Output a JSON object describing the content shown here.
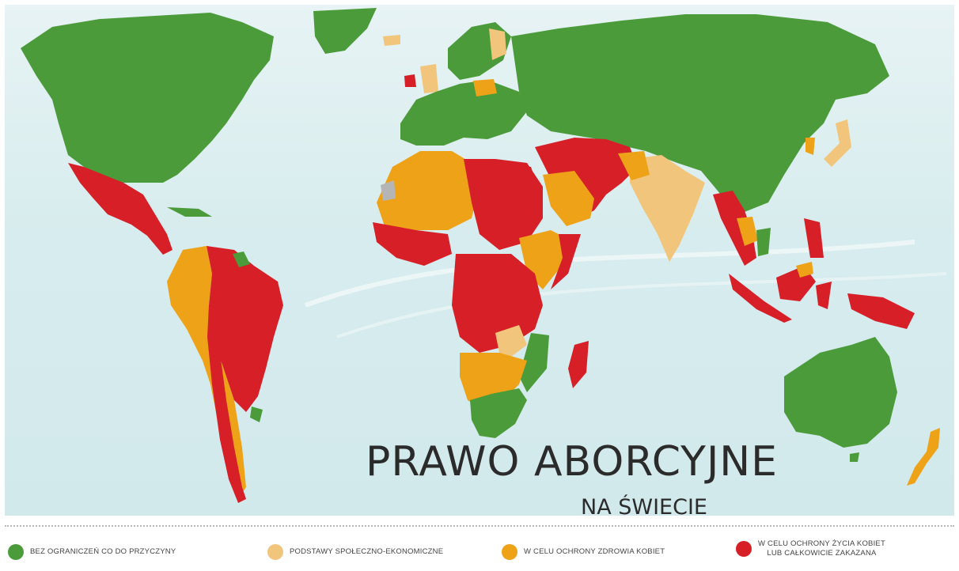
{
  "title": {
    "main": "PRAWO ABORCYJNE",
    "sub": "NA ŚWIECIE"
  },
  "colors": {
    "ocean": "#d7ecee",
    "bez_ograniczen": "#4b9b3a",
    "spoleczno_ekonomiczne": "#f2c57c",
    "zdrowie_kobiet": "#eea218",
    "zycie_kobiet": "#d61f27",
    "brak_danych": "#b5b5b5"
  },
  "legend": [
    {
      "label": "BEZ OGRANICZEŃ CO DO PRZYCZYNY",
      "color": "#4b9b3a"
    },
    {
      "label": "PODSTAWY SPOŁECZNO-EKONOMICZNE",
      "color": "#f2c57c"
    },
    {
      "label": "W CELU OCHRONY ZDROWIA KOBIET",
      "color": "#eea218"
    },
    {
      "label": "W CELU OCHRONY ŻYCIA KOBIET",
      "label2": "LUB CAŁKOWICIE ZAKAZANA",
      "color": "#d61f27"
    }
  ]
}
